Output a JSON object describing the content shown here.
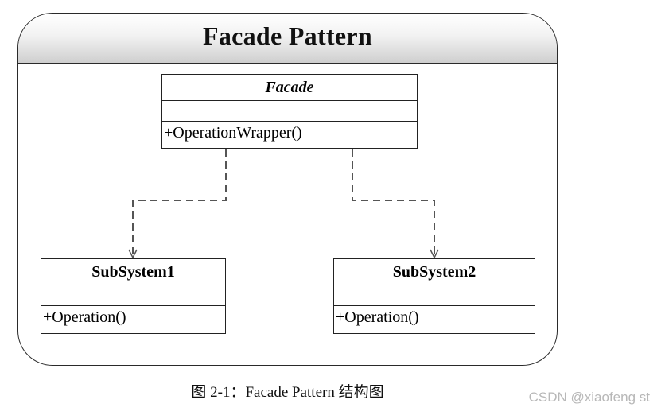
{
  "diagram": {
    "title": "Facade Pattern",
    "classes": {
      "facade": {
        "name": "Facade",
        "operation": "+OperationWrapper()"
      },
      "subsystem1": {
        "name": "SubSystem1",
        "operation": "+Operation()"
      },
      "subsystem2": {
        "name": "SubSystem2",
        "operation": "+Operation()"
      }
    },
    "edges": [
      {
        "from": "Facade",
        "to": "SubSystem1",
        "style": "dashed",
        "arrow": "open"
      },
      {
        "from": "Facade",
        "to": "SubSystem2",
        "style": "dashed",
        "arrow": "open"
      }
    ]
  },
  "caption": "图 2-1：Facade Pattern 结构图",
  "watermark": "CSDN @xiaofeng st",
  "colors": {
    "line": "#222222",
    "arrow": "#555555",
    "header_gradient_end": "#cfcfcf",
    "watermark": "#b8b8b8"
  }
}
